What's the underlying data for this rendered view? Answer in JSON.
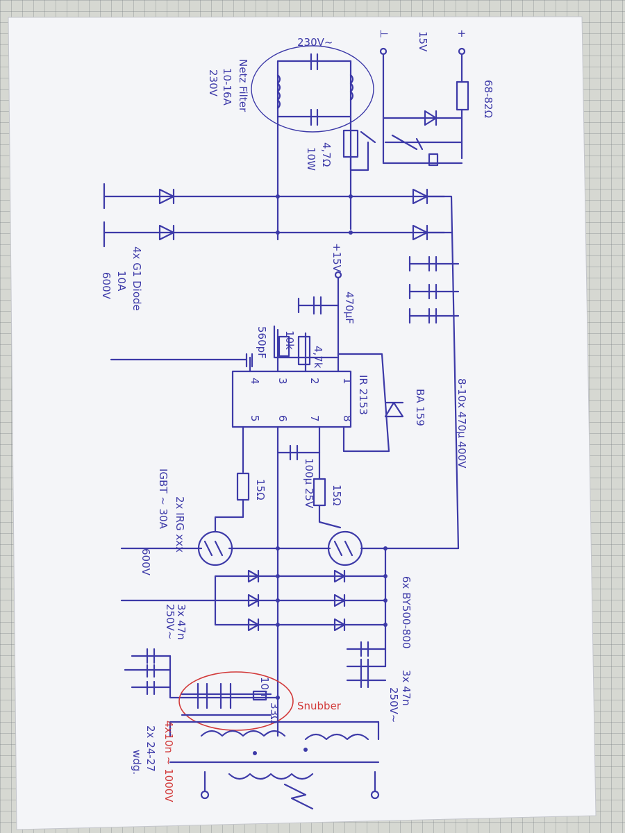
{
  "labels": {
    "mains": "230V~",
    "netz_filter": "Netz Filter",
    "netz_rating": "10-16A",
    "netz_voltage": "230V",
    "supply_15v": "15V",
    "term_plus": "+",
    "term_minus": "⊥",
    "res_68_82": "68-82Ω",
    "res_47": "4,7Ω",
    "res_10w": "10W",
    "diode_bridge": "4x G1 Diode",
    "diode_10a": "10A",
    "diode_600v": "600V",
    "plus15v": "+15V",
    "cap_470uf": "470µF",
    "cap_560pf": "560pF",
    "res_10k": "10k",
    "pot_47k": "4,7k",
    "ic_name": "IR 2153",
    "pin1": "1",
    "pin2": "2",
    "pin3": "3",
    "pin4": "4",
    "pin5": "5",
    "pin6": "6",
    "pin7": "7",
    "pin8": "8",
    "diode_ba159": "BA 159",
    "cap_bank": "8-10x 470µ 400V",
    "cap_100u": "100µ 25V",
    "res_15a": "15Ω",
    "res_15b": "15Ω",
    "igbt_label": "2x IRG xxx",
    "igbt_spec1": "IGBT ~ 30A",
    "igbt_spec2": "600V",
    "diodes_by": "6x BY500-800",
    "cap_3x_left": "3x 47n",
    "cap_3x_left_v": "250V~",
    "cap_3x_right": "3x 47n",
    "cap_3x_right_v": "250V~",
    "snubber": "Snubber",
    "snub_10n": "10n",
    "snub_33": "33Ω",
    "cap_4x10n": "4x10n ~ 1000V",
    "coil_label": "2x 24-27",
    "coil_label2": "wdg."
  }
}
